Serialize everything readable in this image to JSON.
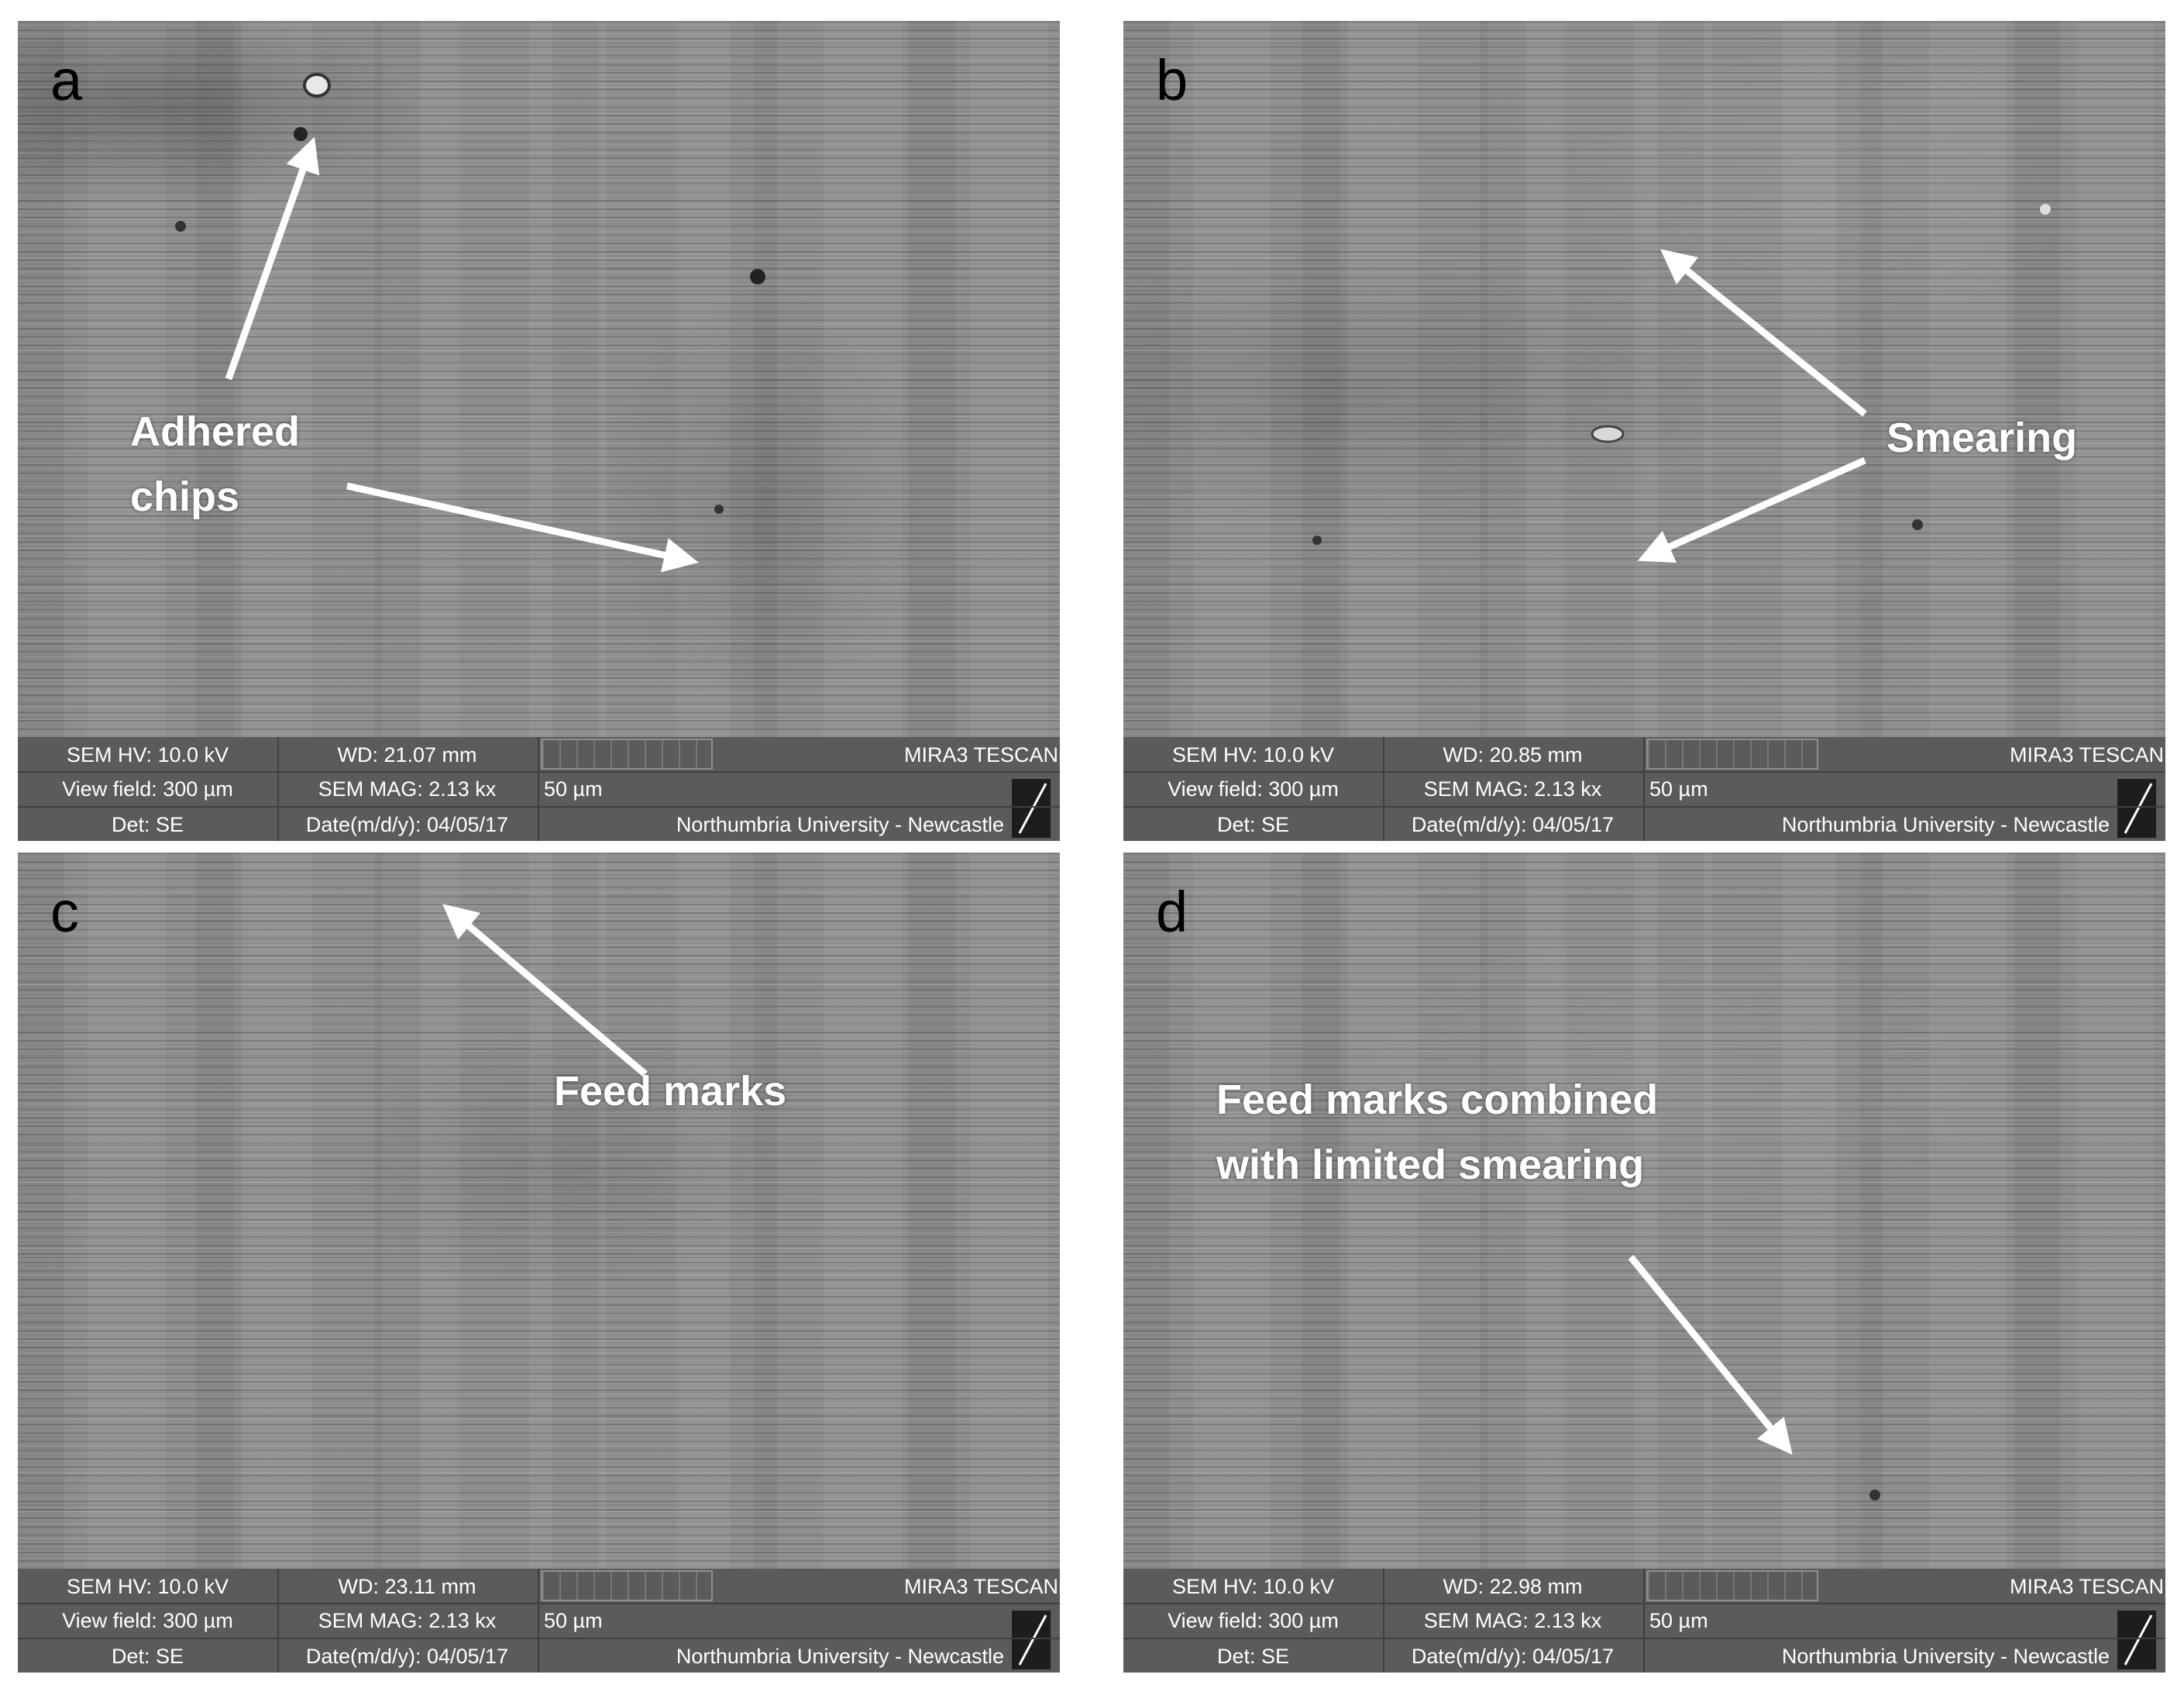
{
  "panels": [
    {
      "label": "a",
      "annotations": [
        {
          "lines": [
            "Adhered",
            "chips"
          ]
        }
      ],
      "metadata": {
        "hv": "SEM HV: 10.0 kV",
        "wd": "WD: 21.07 mm",
        "brand": "MIRA3 TESCAN",
        "view_field": "View field: 300 µm",
        "mag": "SEM MAG: 2.13 kx",
        "scale": "50 µm",
        "det": "Det: SE",
        "date": "Date(m/d/y): 04/05/17",
        "institution": "Northumbria University - Newcastle"
      }
    },
    {
      "label": "b",
      "annotations": [
        {
          "lines": [
            "Smearing"
          ]
        }
      ],
      "metadata": {
        "hv": "SEM HV: 10.0 kV",
        "wd": "WD: 20.85 mm",
        "brand": "MIRA3 TESCAN",
        "view_field": "View field: 300 µm",
        "mag": "SEM MAG: 2.13 kx",
        "scale": "50 µm",
        "det": "Det: SE",
        "date": "Date(m/d/y): 04/05/17",
        "institution": "Northumbria University - Newcastle"
      }
    },
    {
      "label": "c",
      "annotations": [
        {
          "lines": [
            "Feed marks"
          ]
        }
      ],
      "metadata": {
        "hv": "SEM HV: 10.0 kV",
        "wd": "WD: 23.11 mm",
        "brand": "MIRA3 TESCAN",
        "view_field": "View field: 300 µm",
        "mag": "SEM MAG: 2.13 kx",
        "scale": "50 µm",
        "det": "Det: SE",
        "date": "Date(m/d/y): 04/05/17",
        "institution": "Northumbria University - Newcastle"
      }
    },
    {
      "label": "d",
      "annotations": [
        {
          "lines": [
            "Feed marks combined",
            "with limited smearing"
          ]
        }
      ],
      "metadata": {
        "hv": "SEM HV: 10.0 kV",
        "wd": "WD: 22.98 mm",
        "brand": "MIRA3 TESCAN",
        "view_field": "View field: 300 µm",
        "mag": "SEM MAG: 2.13 kx",
        "scale": "50 µm",
        "det": "Det: SE",
        "date": "Date(m/d/y): 04/05/17",
        "institution": "Northumbria University - Newcastle"
      }
    }
  ],
  "colors": {
    "surface": "#8c8c8c",
    "databar": "#5b5b5b",
    "annotation_text": "#ffffff",
    "panel_label": "#000000"
  }
}
